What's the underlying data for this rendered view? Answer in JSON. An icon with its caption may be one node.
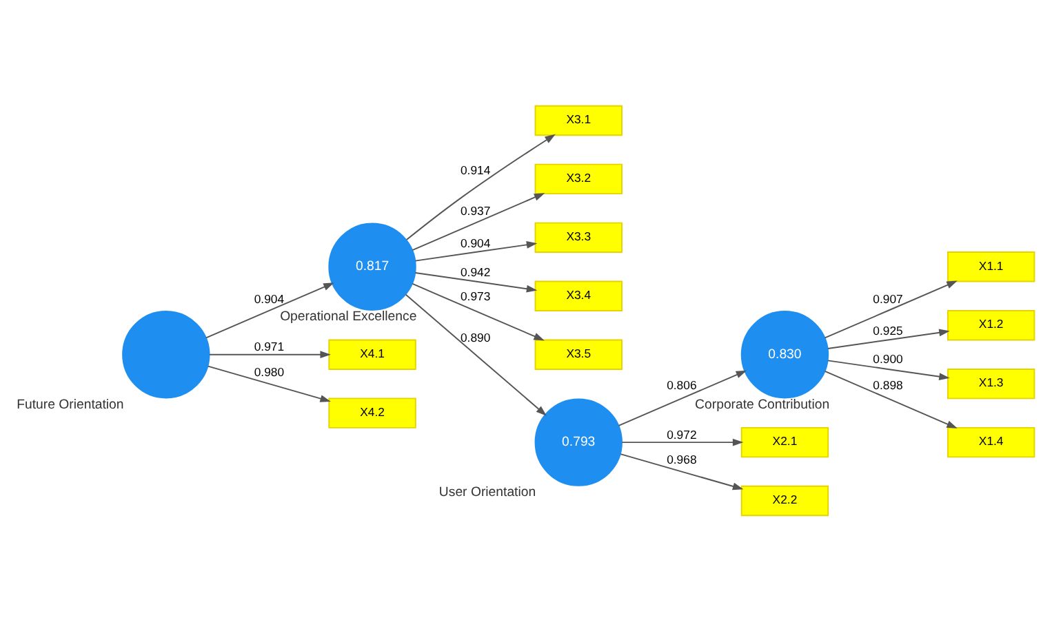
{
  "diagram": {
    "nodes": [
      {
        "text": [
          "0.830"
        ],
        "beside": [
          "Corporate Contribution"
        ]
      },
      {
        "text": [
          "X1.1"
        ]
      },
      {
        "text": [
          "X1.2"
        ]
      },
      {
        "text": [
          "X1.3"
        ]
      },
      {
        "text": [
          "X1.4"
        ]
      },
      {
        "text": [
          "0.817"
        ],
        "beside": [
          "Operational Excellence"
        ]
      },
      {
        "text": [
          "X3.1"
        ]
      },
      {
        "text": [
          "X3.2"
        ]
      },
      {
        "text": [
          "X3.3"
        ]
      },
      {
        "text": [
          "X3.4"
        ]
      },
      {
        "text": [
          "X3.5"
        ]
      },
      {
        "text": [
          "0.793"
        ],
        "beside": [
          "User Orientation"
        ]
      },
      {
        "text": [
          "X2.1"
        ]
      },
      {
        "text": [
          "X2.2"
        ]
      },
      {
        "text": [],
        "shape": "circle",
        "beside": [
          "Future Orientation"
        ]
      },
      {
        "text": [
          "X4.1"
        ]
      },
      {
        "text": [
          "X4.2"
        ]
      }
    ],
    "edges": [
      {
        "from": 0,
        "to": 1,
        "arrow": "to",
        "label": "0.907"
      },
      {
        "from": 0,
        "to": 2,
        "arrow": "to",
        "label": "0.925"
      },
      {
        "from": 0,
        "to": 3,
        "arrow": "to",
        "label": "0.900"
      },
      {
        "from": 0,
        "to": 4,
        "arrow": "to",
        "label": "0.898"
      },
      {
        "from": 5,
        "to": 6,
        "arrow": "to",
        "label": "0.914"
      },
      {
        "from": 5,
        "to": 7,
        "arrow": "to",
        "label": "0.937"
      },
      {
        "from": 5,
        "to": 8,
        "arrow": "to",
        "label": "0.904"
      },
      {
        "from": 5,
        "to": 9,
        "arrow": "to",
        "label": "0.942"
      },
      {
        "from": 5,
        "to": 10,
        "arrow": "to",
        "label": "0.973"
      },
      {
        "from": 11,
        "to": 12,
        "arrow": "to",
        "label": "0.972"
      },
      {
        "from": 11,
        "to": 13,
        "arrow": "to",
        "label": "0.968"
      },
      {
        "from": 14,
        "to": 15,
        "arrow": "to",
        "label": "0.971"
      },
      {
        "from": 14,
        "to": 16,
        "arrow": "to",
        "label": "0.980"
      },
      {
        "from": 11,
        "to": 0,
        "arrow": "to",
        "label": "0.806"
      },
      {
        "from": 5,
        "to": 11,
        "arrow": "to",
        "label": "0.890"
      },
      {
        "from": 14,
        "to": 5,
        "arrow": "to",
        "label": "0.904"
      }
    ]
  }
}
